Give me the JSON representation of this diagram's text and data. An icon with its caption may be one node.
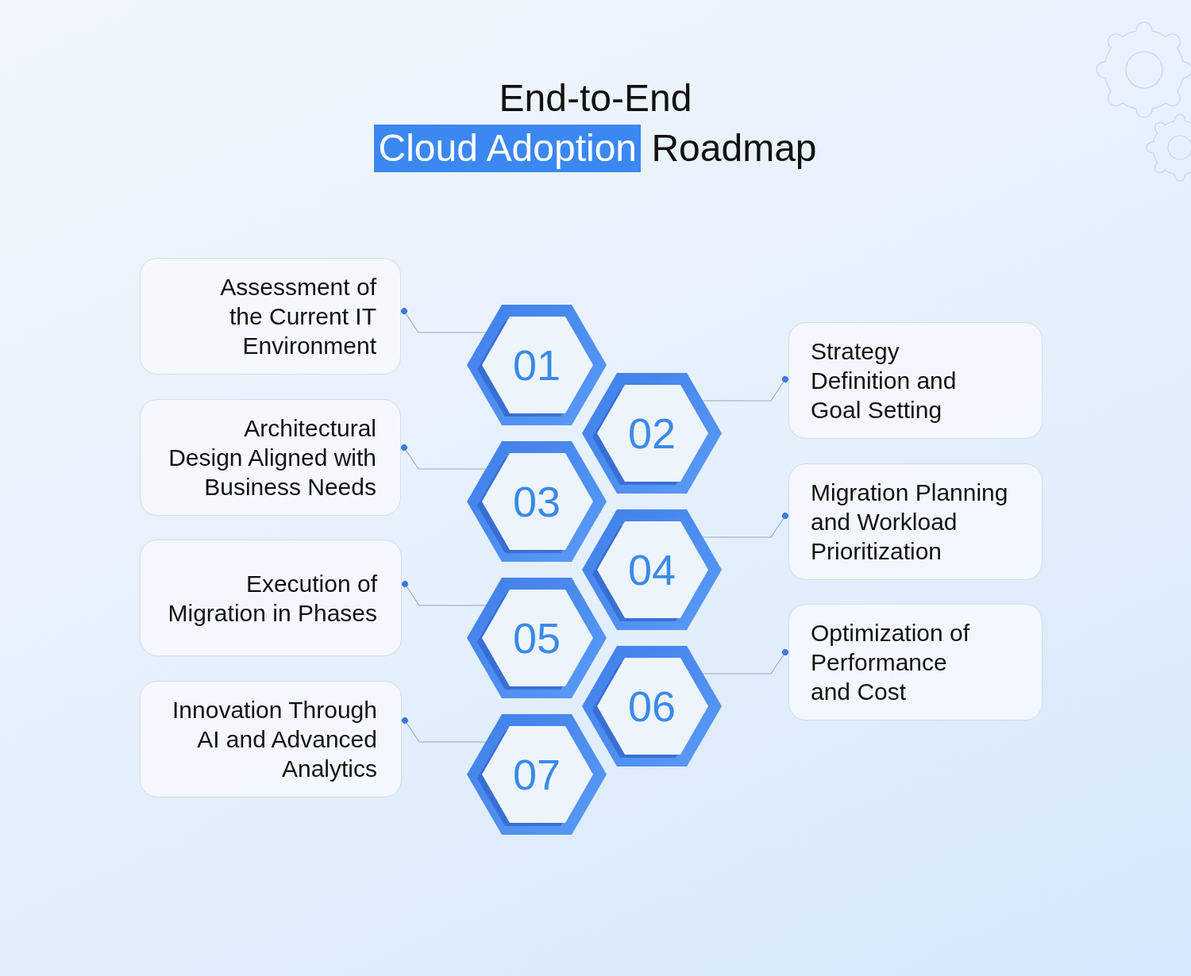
{
  "diagram": {
    "title": "End-to-End **Cloud Adoption** Roadmap",
    "nodes": [
      {
        "text": [
          "Assessment of the Current IT Environment"
        ]
      },
      {
        "text": [
          "01"
        ]
      },
      {
        "text": [
          "02"
        ]
      },
      {
        "text": [
          "Strategy Definition and Goal Setting"
        ]
      },
      {
        "text": [
          "Architectural Design Aligned with Business Needs"
        ]
      },
      {
        "text": [
          "03"
        ]
      },
      {
        "text": [
          "04"
        ]
      },
      {
        "text": [
          "Migration Planning and Workload Prioritization"
        ]
      },
      {
        "text": [
          "Execution of Migration in Phases"
        ]
      },
      {
        "text": [
          "05"
        ]
      },
      {
        "text": [
          "06"
        ]
      },
      {
        "text": [
          "Optimization of Performance and Cost"
        ]
      },
      {
        "text": [
          "Innovation Through AI and Advanced Analytics"
        ]
      },
      {
        "text": [
          "07"
        ]
      }
    ],
    "edges": [
      {
        "from": 1,
        "to": 0,
        "arrow": "other"
      },
      {
        "from": 2,
        "to": 3,
        "arrow": "other"
      },
      {
        "from": 5,
        "to": 4,
        "arrow": "other"
      },
      {
        "from": 6,
        "to": 7,
        "arrow": "other"
      },
      {
        "from": 9,
        "to": 8,
        "arrow": "other"
      },
      {
        "from": 10,
        "to": 11,
        "arrow": "other"
      },
      {
        "from": 13,
        "to": 12,
        "arrow": "other"
      }
    ]
  }
}
